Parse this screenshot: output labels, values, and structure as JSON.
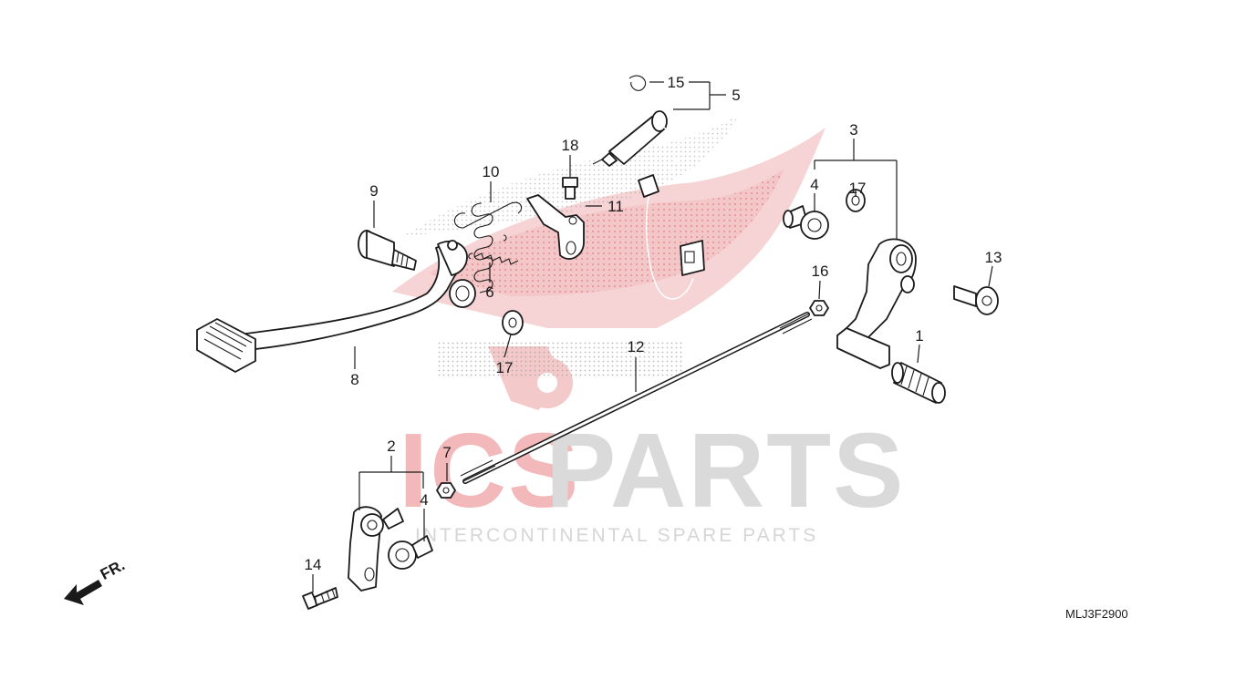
{
  "watermark": {
    "brand_prefix": "ICS",
    "brand_suffix": "PARTS",
    "tagline": "INTERCONTINENTAL SPARE PARTS",
    "colors": {
      "red": "#e8474c",
      "gray": "#d4d4d4"
    }
  },
  "direction_label": "FR.",
  "diagram_code": "MLJ3F2900",
  "callouts": {
    "n1": "1",
    "n2": "2",
    "n3": "3",
    "n4a": "4",
    "n4b": "4",
    "n5": "5",
    "n6": "6",
    "n7": "7",
    "n8": "8",
    "n9": "9",
    "n10": "10",
    "n11": "11",
    "n12": "12",
    "n13": "13",
    "n14": "14",
    "n15": "15",
    "n16": "16",
    "n17a": "17",
    "n17b": "17",
    "n18": "18"
  }
}
